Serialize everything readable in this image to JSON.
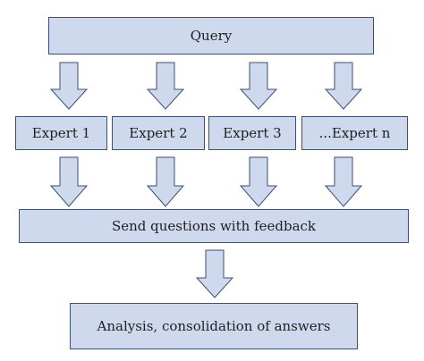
{
  "diagram": {
    "query": "Query",
    "experts": [
      "Expert 1",
      "Expert 2",
      "Expert 3",
      "...Expert n"
    ],
    "feedback": "Send questions with feedback",
    "analysis": "Analysis, consolidation of answers",
    "colors": {
      "box_fill": "#cfd9ee",
      "box_border": "#3d4f75",
      "text": "#1f1f1f"
    }
  }
}
